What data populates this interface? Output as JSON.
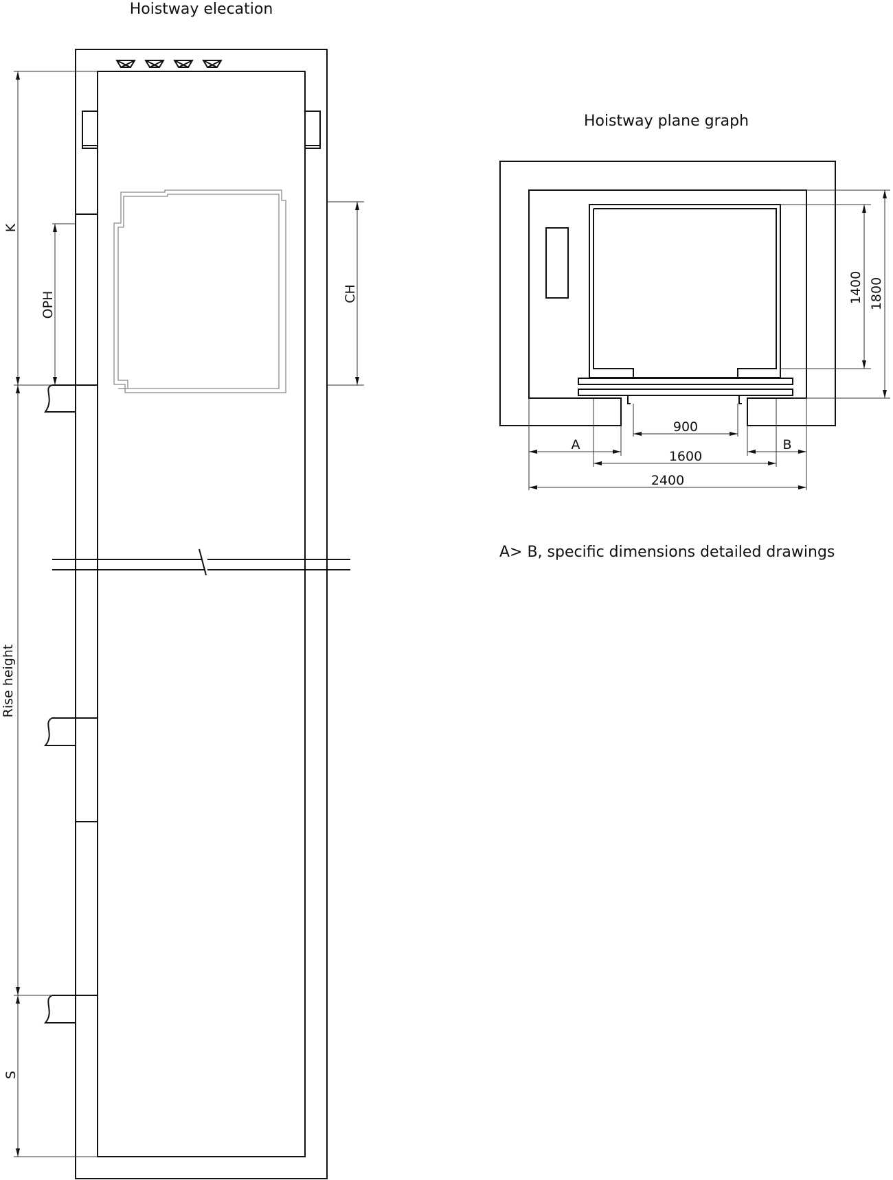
{
  "elevation": {
    "title": "Hoistway elecation",
    "labels": {
      "k": "K",
      "oph": "OPH",
      "ch": "CH",
      "rise": "Rise height",
      "s": "S"
    }
  },
  "plan": {
    "title": "Hoistway plane graph",
    "dims": {
      "door": "900",
      "car_width": "1600",
      "shaft_width": "2400",
      "car_depth": "1400",
      "shaft_depth": "1800",
      "a": "A",
      "b": "B"
    },
    "note": "A> B, specific dimensions detailed drawings"
  }
}
